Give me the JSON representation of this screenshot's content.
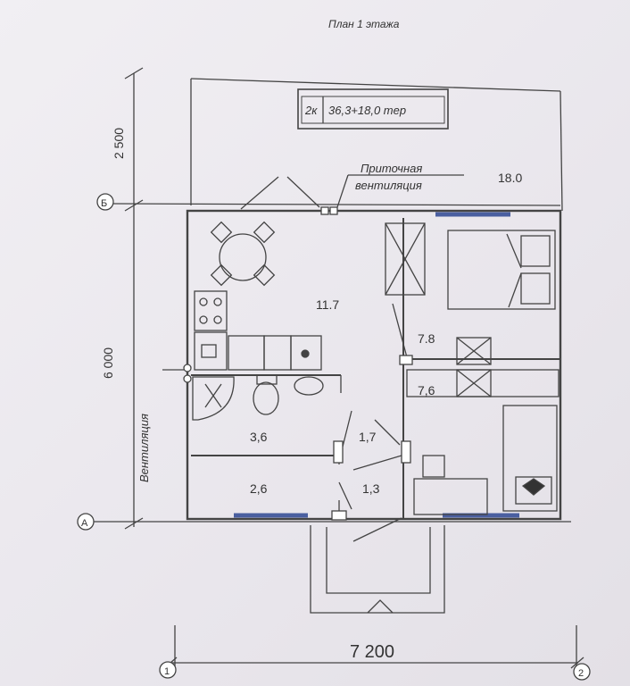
{
  "title": "План 1 этажа",
  "area_box": {
    "rooms": "2к",
    "area": "36,3+18,0 тер"
  },
  "labels": {
    "terrace_area": "18.0",
    "ventilation_supply_1": "Приточная",
    "ventilation_supply_2": "вентиляция",
    "ventilation_side": "Вентиляция",
    "kitchen_area": "11.7",
    "bedroom_area": "7.8",
    "room2_area": "7,6",
    "bath_area": "3,6",
    "hall_area": "1,7",
    "storage_area": "2,6",
    "entry_area": "1,3"
  },
  "dimensions": {
    "terrace_depth": "2 500",
    "house_depth": "6 000",
    "width": "7 200"
  },
  "axes": {
    "b": "Б",
    "a": "А",
    "one": "1",
    "two": "2"
  },
  "colors": {
    "line": "#444444",
    "window": "#4a5fa0"
  }
}
